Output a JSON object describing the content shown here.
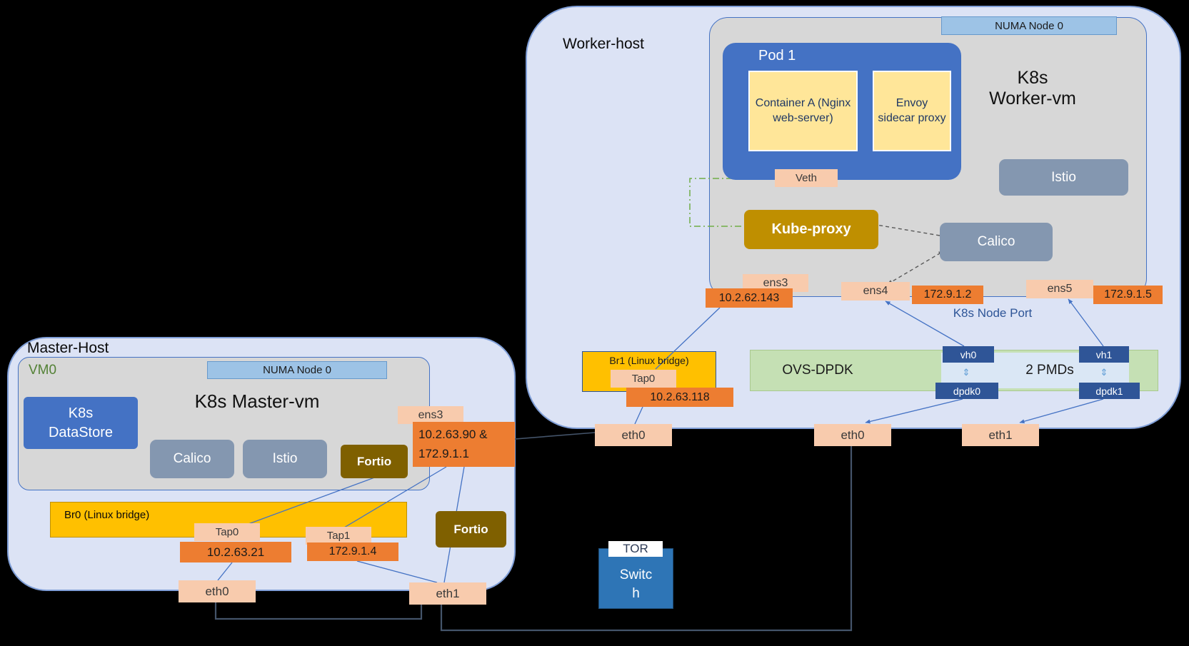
{
  "colors": {
    "host_fill": "#dce3f5",
    "vm_gray": "#d7d7d7",
    "pod_blue": "#4472c4",
    "container_yellow": "#ffe699",
    "peach": "#f8cbad",
    "orange": "#ed7d31",
    "bridge_yellow": "#ffc000",
    "ovs_green": "#c5e0b4",
    "kube_gold": "#bf8f00",
    "fortio_olive": "#7f6000",
    "slate_blue": "#8497b0",
    "port_blue": "#2f5597",
    "tor_blue": "#2e75b6",
    "numa_blue": "#9dc3e6",
    "line_blue": "#4472c4",
    "line_dark": "#44546a",
    "dash_green": "#70ad47"
  },
  "icons": {
    "updown": "⇕"
  },
  "worker": {
    "title": "Worker-host",
    "numa": "NUMA Node 0",
    "vm_name_l1": "K8s",
    "vm_name_l2": "Worker-vm",
    "pod": {
      "title": "Pod 1",
      "container_a": "Container A (Nginx web-server)",
      "envoy": "Envoy sidecar proxy"
    },
    "veth": "Veth",
    "kube_proxy": "Kube-proxy",
    "calico": "Calico",
    "istio": "Istio",
    "ens3_label": "ens3",
    "ens3_ip": "10.2.62.143",
    "ens4_label": "ens4",
    "ens4_ip": "172.9.1.2",
    "ens5_label": "ens5",
    "ens5_ip": "172.9.1.5",
    "node_port": "K8s Node Port",
    "br1_label": "Br1 (Linux bridge)",
    "br1_tap": "Tap0",
    "br1_ip": "10.2.63.118",
    "ovs_label": "OVS-DPDK",
    "pmds_label": "2 PMDs",
    "vh0": "vh0",
    "vh1": "vh1",
    "dpdk0": "dpdk0",
    "dpdk1": "dpdk1",
    "eth0_left": "eth0",
    "eth0_mid": "eth0",
    "eth1": "eth1"
  },
  "master": {
    "title": "Master-Host",
    "vm0": "VM0",
    "numa": "NUMA Node 0",
    "vm_name": "K8s Master-vm",
    "datastore_l1": "K8s",
    "datastore_l2": "DataStore",
    "calico": "Calico",
    "istio": "Istio",
    "fortio_vm": "Fortio",
    "fortio_host": "Fortio",
    "ens3_label": "ens3",
    "ens3_ip_l1": "10.2.63.90 &",
    "ens3_ip_l2": "172.9.1.1",
    "br0_label": "Br0 (Linux bridge)",
    "tap0_label": "Tap0",
    "tap0_ip": "10.2.63.21",
    "tap1_label": "Tap1",
    "tap1_ip": "172.9.1.4",
    "eth0": "eth0",
    "eth1": "eth1"
  },
  "tor": {
    "l1": "TOR",
    "l2": "Switc",
    "l3": "h"
  }
}
